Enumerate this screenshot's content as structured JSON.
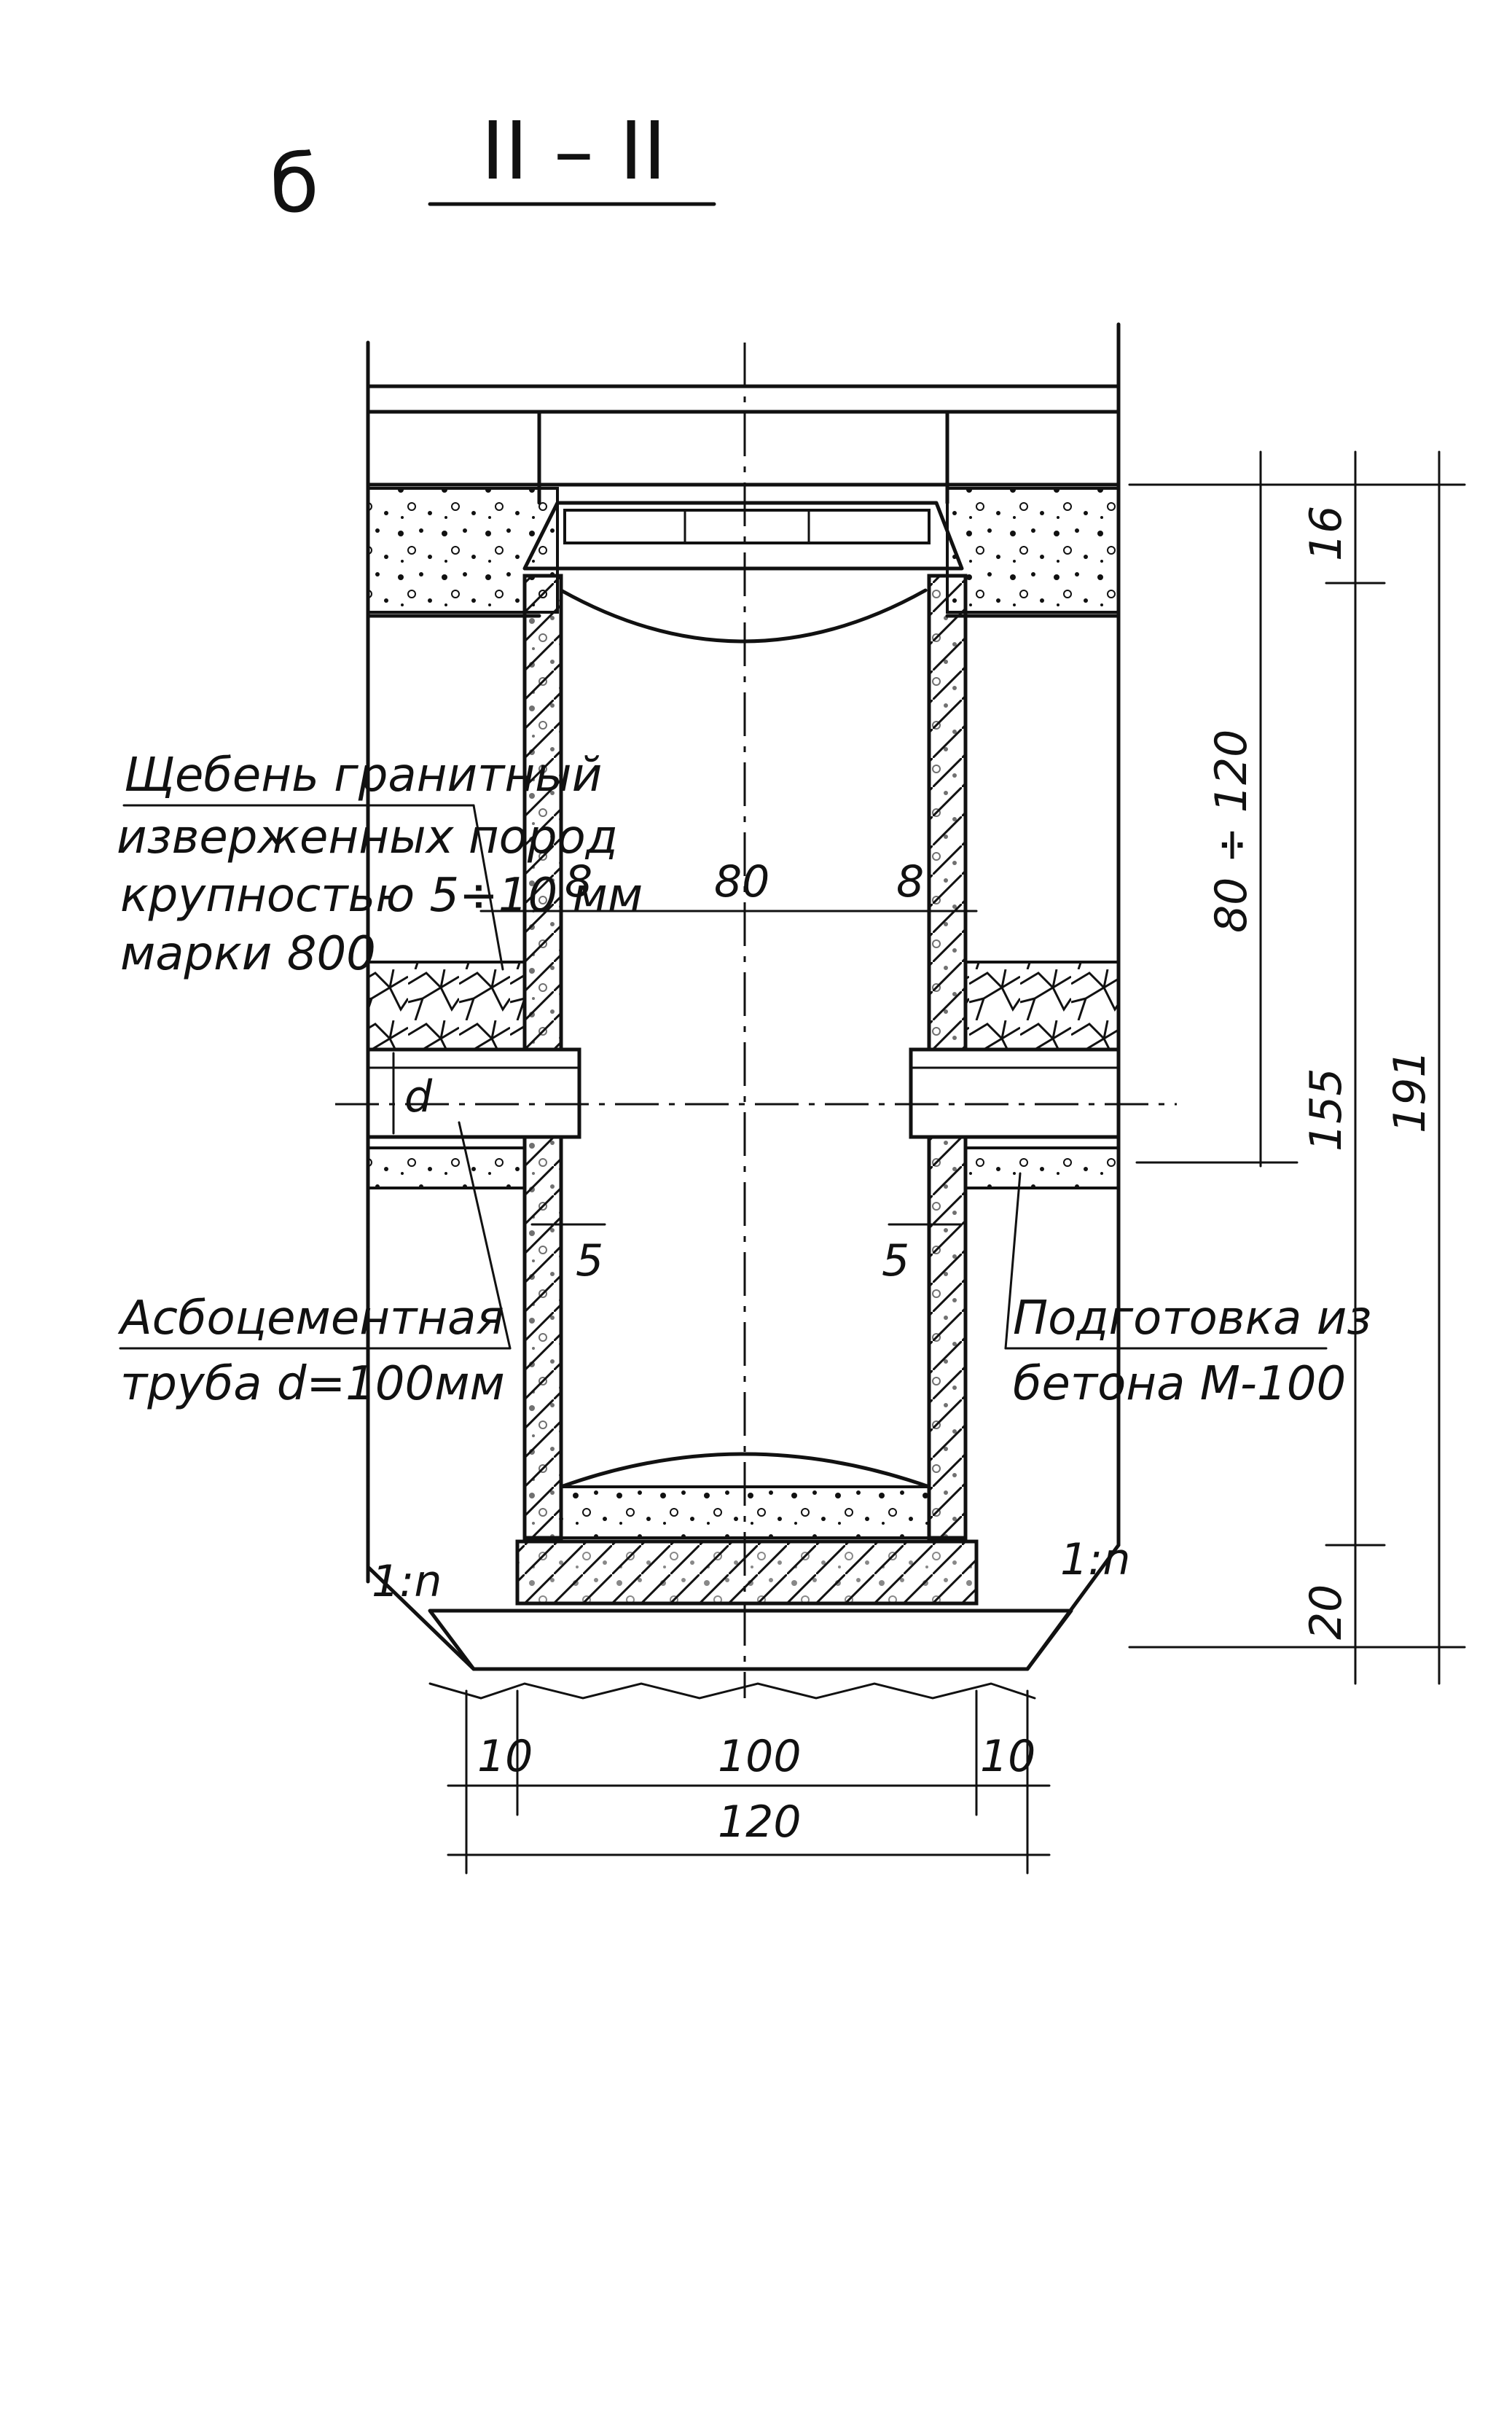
{
  "sheet_letter": "б",
  "section_title": "II – II",
  "labels": {
    "gravel_line1": "Щебень гранитный",
    "gravel_line2": "изверженных пород",
    "gravel_line3": "крупностью 5÷10 мм",
    "gravel_line4": "марки 800",
    "pipe_line1": "Асбоцементная",
    "pipe_line2": "труба d=100мм",
    "base_line1": "Подготовка из",
    "base_line2": "бетона М-100",
    "pipe_d": "d",
    "slope_left": "1:n",
    "slope_right": "1:n"
  },
  "dimensions": {
    "wall_left": "8",
    "inner_width": "80",
    "wall_right": "8",
    "gap_left": "5",
    "gap_right": "5",
    "bottom_left": "10",
    "bottom_mid": "100",
    "bottom_right": "10",
    "bottom_total": "120",
    "top_layer": "16",
    "depth_range": "80 ÷ 120",
    "depth_155": "155",
    "depth_191": "191",
    "base_20": "20"
  }
}
